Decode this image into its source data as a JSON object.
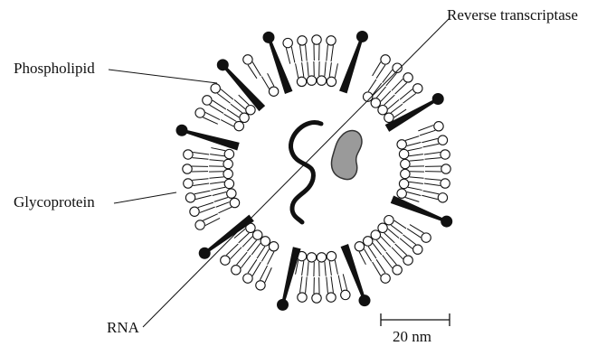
{
  "labels": {
    "phospholipid": "Phospholipid",
    "reverse_transcriptase": "Reverse transcriptase",
    "glycoprotein": "Glycoprotein",
    "rna": "RNA",
    "scale_bar": "20 nm"
  },
  "colors": {
    "ink": "#111111",
    "enzyme_fill": "#9a9a9a",
    "head_fill": "#ffffff"
  }
}
